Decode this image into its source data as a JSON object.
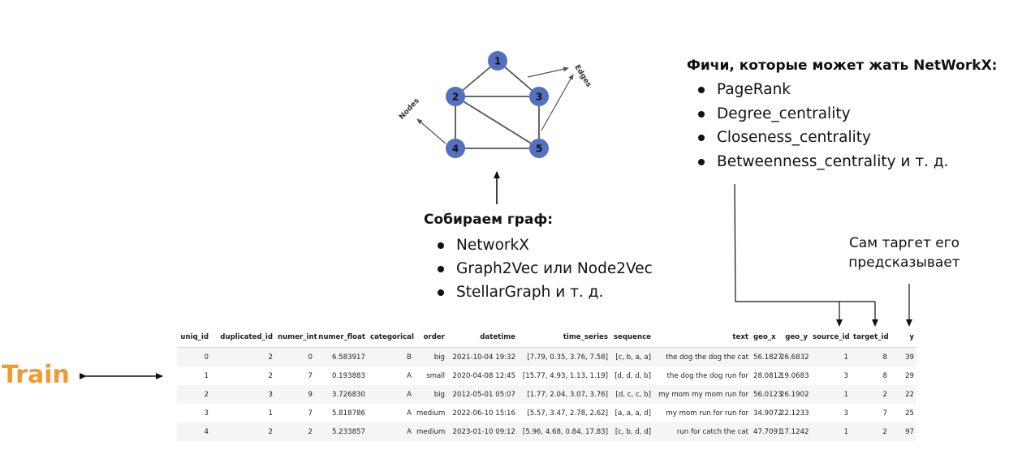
{
  "graph": {
    "nodes": [
      "1",
      "2",
      "3",
      "4",
      "5"
    ],
    "node_color": "#5470c0",
    "label_nodes": "Nodes",
    "label_edges": "Edges"
  },
  "features": {
    "title": "Фичи, которые может жать NetWorkX:",
    "items": [
      "PageRank",
      "Degree_centrality",
      "Closeness_centrality",
      "Betweenness_centrality и т. д."
    ]
  },
  "build_graph": {
    "title": "Собираем граф:",
    "items": [
      "NetworkX",
      "Graph2Vec или Node2Vec",
      "StellarGraph и т. д."
    ]
  },
  "target_note": {
    "line1": "Сам таргет его",
    "line2": "предсказывает"
  },
  "train": {
    "label": "Train",
    "color": "#ef9a32"
  },
  "table": {
    "columns": [
      "uniq_id",
      "duplicated_id",
      "numer_int",
      "numer_float",
      "categorical",
      "order",
      "datetime",
      "time_series",
      "sequence",
      "text",
      "geo_x",
      "geo_y",
      "source_id",
      "target_id",
      "y"
    ],
    "rows": [
      [
        "0",
        "2",
        "0",
        "6.583917",
        "B",
        "big",
        "2021-10-04 19:32",
        "[7.79, 0.35, 3.76, 7.58]",
        "[c, b, a, a]",
        "the dog the dog the cat",
        "56.1827",
        "26.6832",
        "1",
        "8",
        "39"
      ],
      [
        "1",
        "2",
        "7",
        "0.193883",
        "A",
        "small",
        "2020-04-08 12:45",
        "[15.77, 4.93, 1.13, 1.19]",
        "[d, d, d, b]",
        "the dog the dog run for",
        "28.0812",
        "19.0683",
        "3",
        "8",
        "29"
      ],
      [
        "2",
        "3",
        "9",
        "3.726830",
        "A",
        "big",
        "2012-05-01 05:07",
        "[1.77, 2.04, 3.07, 3.76]",
        "[d, c, c, b]",
        "my mom my mom run for",
        "56.0123",
        "26.1902",
        "1",
        "2",
        "22"
      ],
      [
        "3",
        "1",
        "7",
        "5.818786",
        "A",
        "medium",
        "2022-06-10 15:16",
        "[5.57, 3.47, 2.78, 2.62]",
        "[a, a, a, d]",
        "my mom run for run for",
        "34.9072",
        "22.1233",
        "3",
        "7",
        "25"
      ],
      [
        "4",
        "2",
        "2",
        "5.233857",
        "A",
        "medium",
        "2023-01-10 09:12",
        "[5.96, 4.68, 0.84, 17.83]",
        "[c, b, d, d]",
        "run for catch the cat",
        "47.7091",
        "17.1242",
        "1",
        "2",
        "97"
      ]
    ]
  }
}
